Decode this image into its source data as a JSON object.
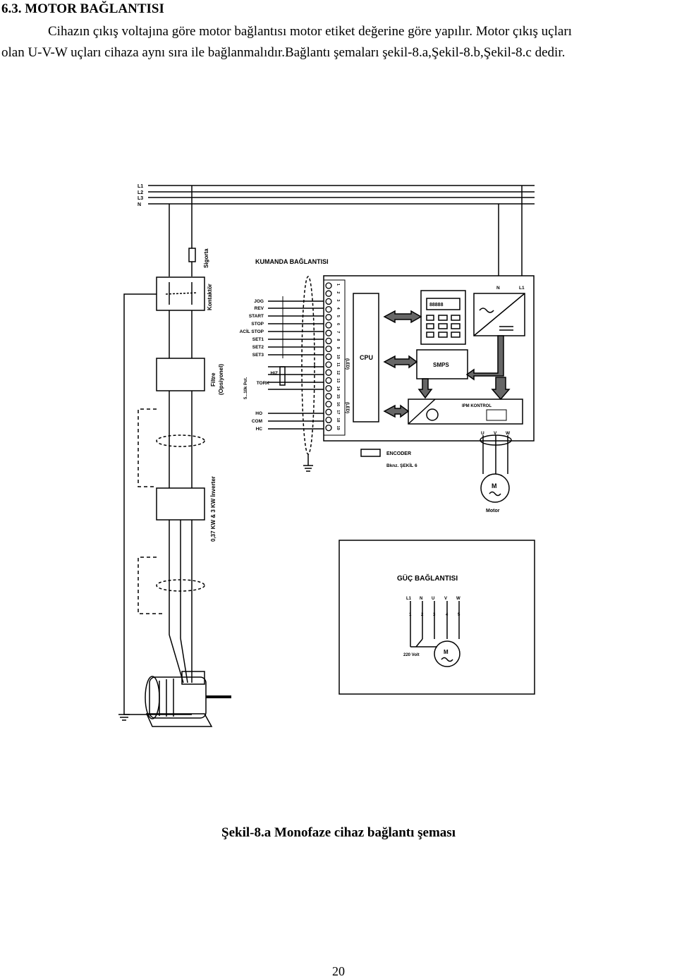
{
  "section_heading": "6.3. MOTOR BAĞLANTISI",
  "paragraph": {
    "line1": "Cihazın çıkış voltajına göre motor bağlantısı motor etiket değerine göre yapılır. Motor çıkış uçları",
    "line2": "olan U-V-W uçları cihaza aynı sıra ile bağlanmalıdır.Bağlantı şemaları şekil-8.a,Şekil-8.b,Şekil-8.c dedir."
  },
  "diagram": {
    "supply_lines": [
      "L1",
      "L2",
      "L3",
      "N"
    ],
    "fuse_label": "Sigorta",
    "contactor_label": "Kontaktör",
    "filter_label_1": "Filtre",
    "filter_label_2": "(Opsiyonel)",
    "inverter_label": "0,37 KW & 3 KW İnverter",
    "control_title": "KUMANDA BAĞLANTISI",
    "control_inputs": [
      "JOG",
      "REV",
      "START",
      "STOP",
      "ACİL STOP",
      "SET1",
      "SET2",
      "SET3"
    ],
    "pot_label": "5...10k Pot.",
    "hiz_label": "HIZ",
    "tork_label": "TORK",
    "relay_labels": [
      "HO",
      "COM",
      "HC"
    ],
    "terminal_numbers": [
      "1",
      "2",
      "3",
      "4",
      "5",
      "6",
      "7",
      "8",
      "9",
      "10",
      "11",
      "12",
      "13",
      "14",
      "15",
      "16",
      "17",
      "18",
      "19"
    ],
    "led_label_1": "(LED)",
    "led_label_2": "(LED)",
    "cpu_label": "CPU",
    "smps_label": "SMPS",
    "ipm_label": "IPM KONTROL",
    "keypad_screen": "88888",
    "power_inputs": [
      "N",
      "L1"
    ],
    "outputs": [
      "U",
      "V",
      "W"
    ],
    "motor_symbol": "M",
    "motor_label": "Motor",
    "encoder_label": "ENCODER",
    "encoder_ref": "Bknz. ŞEKİL 6",
    "power_title": "GÜÇ BAĞLANTISI",
    "power_terms": [
      "L1",
      "N",
      "U",
      "V",
      "W"
    ],
    "power_term_numbers": [
      "1",
      "2",
      "3",
      "4",
      "5"
    ],
    "power_voltage": "220 Volt",
    "colors": {
      "line": "#000000",
      "dashed": "#000000"
    }
  },
  "caption": "Şekil-8.a Monofaze cihaz bağlantı şeması",
  "page_number": "20"
}
